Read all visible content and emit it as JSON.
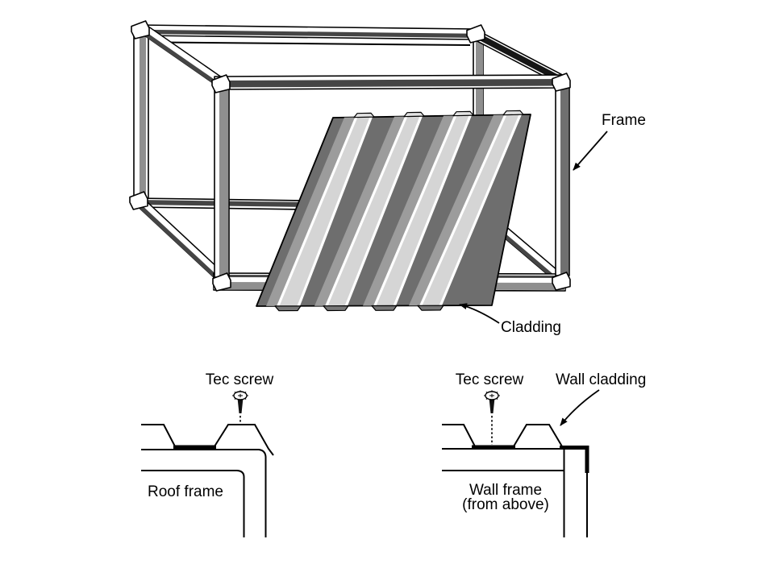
{
  "main_diagram": {
    "labels": {
      "frame": "Frame",
      "cladding": "Cladding"
    }
  },
  "roof_detail": {
    "labels": {
      "tec_screw": "Tec screw",
      "frame": "Roof frame"
    }
  },
  "wall_detail": {
    "labels": {
      "tec_screw": "Tec screw",
      "wall_cladding": "Wall cladding",
      "frame_line1": "Wall frame",
      "frame_line2": "(from above)"
    }
  },
  "colors": {
    "background": "#ffffff",
    "line": "#000000",
    "panel_dark": "#6e6e6e",
    "rib_light": "#d5d5d5",
    "rib_highlight": "#ffffff",
    "tube_gray": "#8f8f8f",
    "tube_dark": "#454545",
    "tube_black": "#161616"
  }
}
